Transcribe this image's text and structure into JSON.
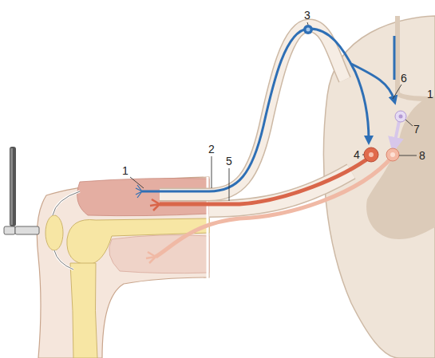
{
  "diagram": {
    "labels": [
      "1",
      "2",
      "3",
      "4",
      "5",
      "6",
      "7",
      "8",
      "1"
    ]
  }
}
